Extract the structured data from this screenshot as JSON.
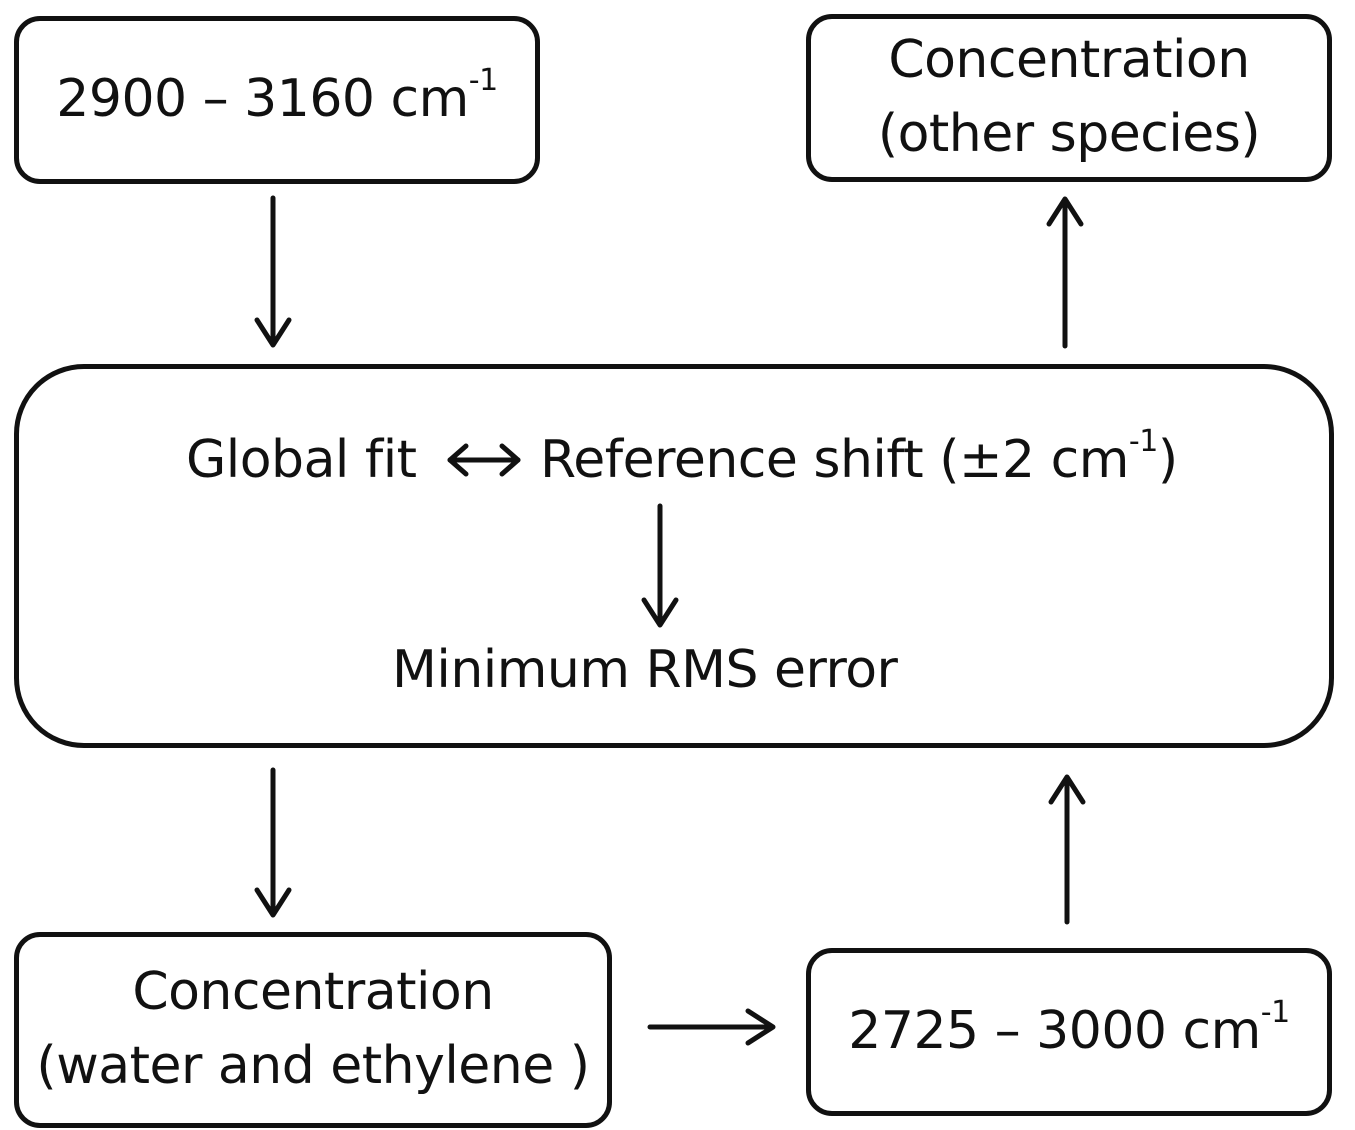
{
  "boxes": {
    "top_left": {
      "range": "2900 – 3160 cm",
      "sup": "-1"
    },
    "top_right": {
      "line1": "Concentration",
      "line2": "(other species)"
    },
    "center": {
      "left": "Global fit",
      "right": "Reference shift (±2 cm",
      "right_sup": "-1",
      "right_close": ")",
      "result": "Minimum RMS error"
    },
    "bottom_left": {
      "line1": "Concentration",
      "line2": "(water and ethylene )"
    },
    "bottom_right": {
      "range": "2725 – 3000 cm",
      "sup": "-1"
    }
  },
  "colors": {
    "stroke": "#111111",
    "background": "#ffffff"
  }
}
